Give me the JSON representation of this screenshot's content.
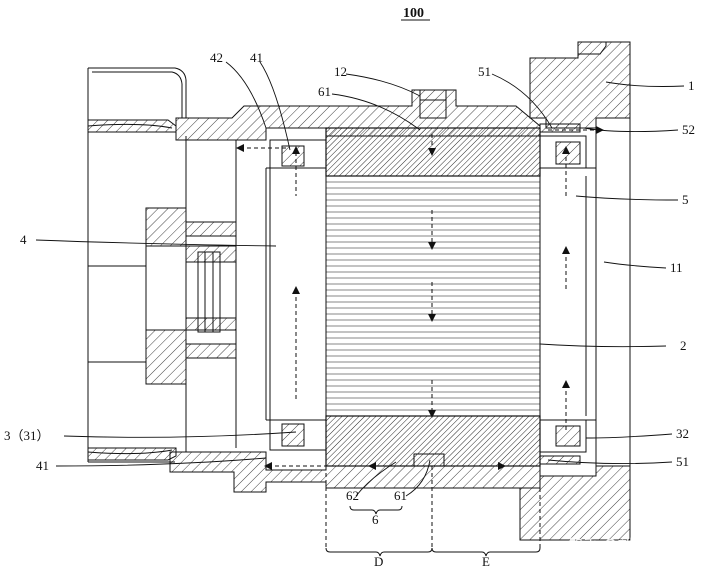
{
  "figure": {
    "title": "100",
    "labels": {
      "l1": "1",
      "l2": "2",
      "l3": "3（31）",
      "l4": "4",
      "l5": "5",
      "l6": "6",
      "l11": "11",
      "l12": "12",
      "l32": "32",
      "l41a": "41",
      "l41b": "41",
      "l42": "42",
      "l51a": "51",
      "l51b": "51",
      "l52": "52",
      "l61a": "61",
      "l61b": "61",
      "l62": "62",
      "lD": "D",
      "lE": "E"
    },
    "watermark": "知乎 @刘三姐"
  },
  "colors": {
    "line": "#111111",
    "background": "#ffffff"
  }
}
